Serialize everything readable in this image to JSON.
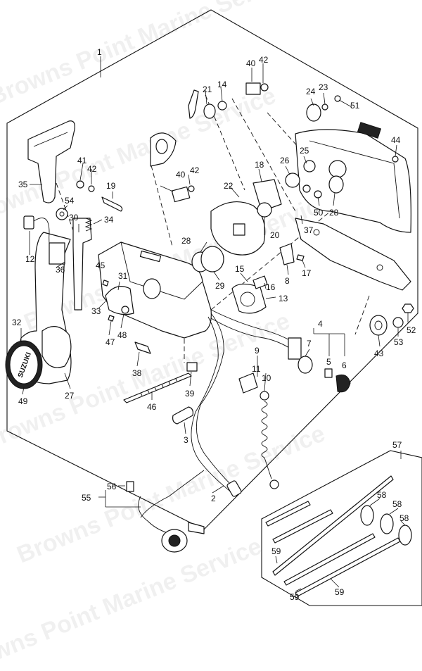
{
  "watermark": {
    "text": "Browns Point Marine Service",
    "lines": [
      "Browns Point Marine Service",
      "Browns Point Marine Service",
      "Browns Point Marine Service",
      "Browns Point Marine Service",
      "Browns Point Marine Service",
      "Browns Point Marine Service"
    ]
  },
  "emblem_text": "SUZUKI",
  "callouts": [
    {
      "id": "1",
      "text": "1"
    },
    {
      "id": "2",
      "text": "2"
    },
    {
      "id": "3",
      "text": "3"
    },
    {
      "id": "4",
      "text": "4"
    },
    {
      "id": "5",
      "text": "5"
    },
    {
      "id": "6",
      "text": "6"
    },
    {
      "id": "7",
      "text": "7"
    },
    {
      "id": "8",
      "text": "8"
    },
    {
      "id": "9",
      "text": "9"
    },
    {
      "id": "10",
      "text": "10"
    },
    {
      "id": "11",
      "text": "11"
    },
    {
      "id": "12",
      "text": "12"
    },
    {
      "id": "13",
      "text": "13"
    },
    {
      "id": "14",
      "text": "14"
    },
    {
      "id": "15",
      "text": "15"
    },
    {
      "id": "16",
      "text": "16"
    },
    {
      "id": "17",
      "text": "17"
    },
    {
      "id": "18",
      "text": "18"
    },
    {
      "id": "19",
      "text": "19"
    },
    {
      "id": "20",
      "text": "20"
    },
    {
      "id": "21",
      "text": "21"
    },
    {
      "id": "22",
      "text": "22"
    },
    {
      "id": "23",
      "text": "23"
    },
    {
      "id": "24",
      "text": "24"
    },
    {
      "id": "25",
      "text": "25"
    },
    {
      "id": "26",
      "text": "26"
    },
    {
      "id": "27",
      "text": "27"
    },
    {
      "id": "28a",
      "text": "28"
    },
    {
      "id": "28b",
      "text": "28"
    },
    {
      "id": "29",
      "text": "29"
    },
    {
      "id": "30",
      "text": "30"
    },
    {
      "id": "31",
      "text": "31"
    },
    {
      "id": "32",
      "text": "32"
    },
    {
      "id": "33",
      "text": "33"
    },
    {
      "id": "34",
      "text": "34"
    },
    {
      "id": "35",
      "text": "35"
    },
    {
      "id": "36",
      "text": "36"
    },
    {
      "id": "37",
      "text": "37"
    },
    {
      "id": "38",
      "text": "38"
    },
    {
      "id": "39",
      "text": "39"
    },
    {
      "id": "40a",
      "text": "40"
    },
    {
      "id": "40b",
      "text": "40"
    },
    {
      "id": "41",
      "text": "41"
    },
    {
      "id": "42a",
      "text": "42"
    },
    {
      "id": "42b",
      "text": "42"
    },
    {
      "id": "42c",
      "text": "42"
    },
    {
      "id": "43",
      "text": "43"
    },
    {
      "id": "44",
      "text": "44"
    },
    {
      "id": "45",
      "text": "45"
    },
    {
      "id": "46",
      "text": "46"
    },
    {
      "id": "47",
      "text": "47"
    },
    {
      "id": "48",
      "text": "48"
    },
    {
      "id": "49",
      "text": "49"
    },
    {
      "id": "50",
      "text": "50"
    },
    {
      "id": "51",
      "text": "51"
    },
    {
      "id": "52",
      "text": "52"
    },
    {
      "id": "53",
      "text": "53"
    },
    {
      "id": "54",
      "text": "54"
    },
    {
      "id": "55",
      "text": "55"
    },
    {
      "id": "56",
      "text": "56"
    },
    {
      "id": "57",
      "text": "57"
    },
    {
      "id": "58a",
      "text": "58"
    },
    {
      "id": "58b",
      "text": "58"
    },
    {
      "id": "58c",
      "text": "58"
    },
    {
      "id": "59a",
      "text": "59"
    },
    {
      "id": "59b",
      "text": "59"
    },
    {
      "id": "59c",
      "text": "59"
    }
  ]
}
